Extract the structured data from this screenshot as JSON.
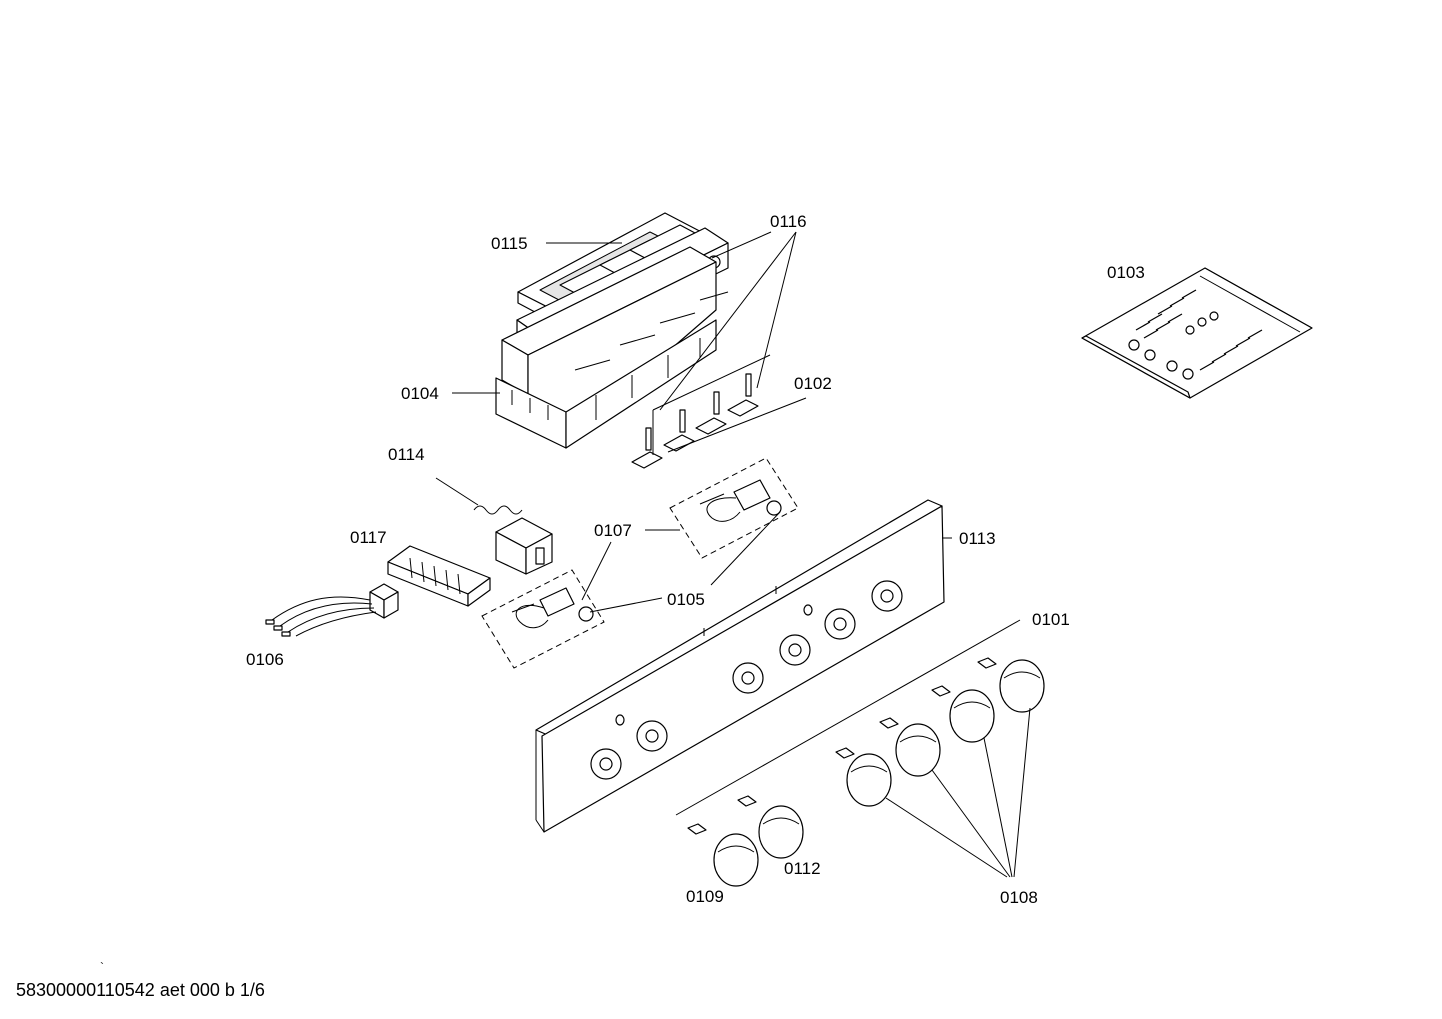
{
  "labels": {
    "p0115": "0115",
    "p0116": "0116",
    "p0104": "0104",
    "p0102": "0102",
    "p0103": "0103",
    "p0114": "0114",
    "p0117": "0117",
    "p0107": "0107",
    "p0113": "0113",
    "p0105": "0105",
    "p0101": "0101",
    "p0106": "0106",
    "p0112": "0112",
    "p0109": "0109",
    "p0108": "0108"
  },
  "footer": {
    "tick_mark": "`",
    "document_code": "58300000110542 aet 000 b 1/6"
  }
}
